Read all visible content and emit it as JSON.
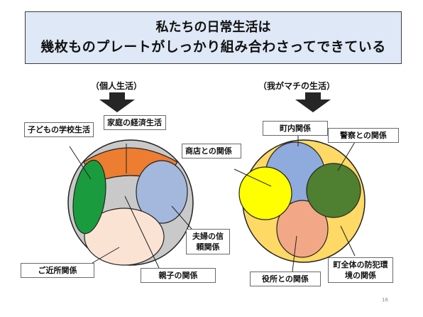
{
  "title": {
    "line1": "私たちの日常生活は",
    "line2": "幾枚ものプレートがしっかり組み合わさってできている"
  },
  "left": {
    "heading": "（個人生活）",
    "labels": {
      "school": "子どもの学校生活",
      "household": "家庭の経済生活",
      "couple": "夫婦の信頼関係",
      "neighborhood": "ご近所関係",
      "parent_child": "親子の関係"
    }
  },
  "right": {
    "heading": "（我がマチの生活）",
    "labels": {
      "town": "町内関係",
      "shop": "商店との関係",
      "police": "警察との関係",
      "office": "役所との関係",
      "crime": "町全体の防犯環境の関係"
    }
  },
  "colors": {
    "title_bg": "#dfe8f6",
    "arrow": "#262626",
    "orange": "#ed7d31",
    "blue": "#a4b7dc",
    "green": "#1a9c3e",
    "peach": "#fbe3d4",
    "gray": "#c9c9c9",
    "yellow": "#ffff00",
    "dark_green": "#4f7f30",
    "salmon": "#f2a886",
    "gold": "#ffd966"
  },
  "page_number": "16"
}
